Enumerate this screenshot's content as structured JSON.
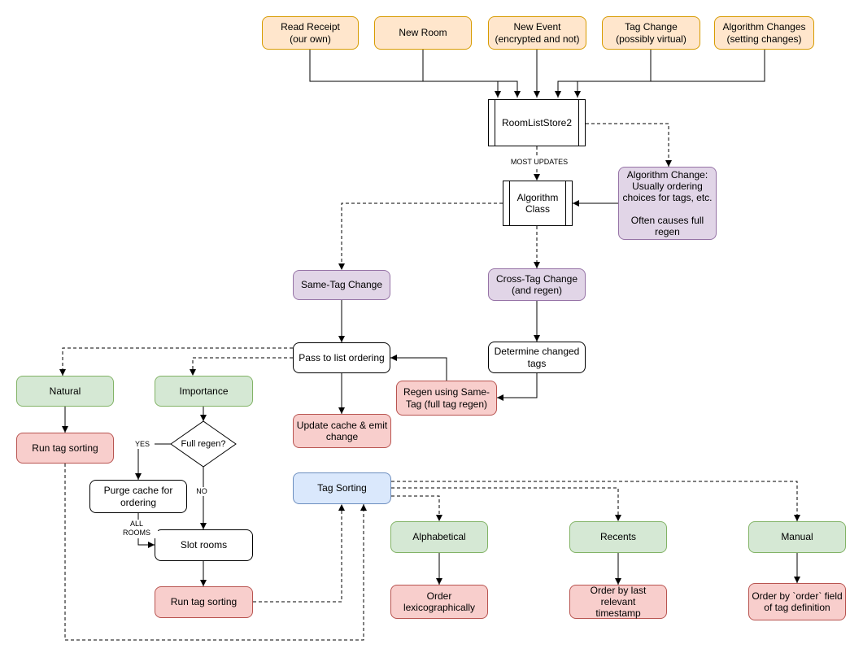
{
  "nodes": {
    "read_receipt": "Read Receipt\n(our own)",
    "new_room": "New Room",
    "new_event": "New Event\n(encrypted and not)",
    "tag_change": "Tag Change\n(possibly virtual)",
    "algorithm_changes": "Algorithm Changes\n(setting changes)",
    "roomliststore2": "RoomListStore2",
    "algorithm_class": "Algorithm\nClass",
    "algorithm_change_note": "Algorithm Change:\nUsually ordering\nchoices for tags, etc.\n\nOften causes full\nregen",
    "same_tag_change": "Same-Tag Change",
    "cross_tag_change": "Cross-Tag Change\n(and regen)",
    "pass_to_list_ordering": "Pass to list ordering",
    "determine_changed_tags": "Determine changed\ntags",
    "regen_same_tag": "Regen using Same-\nTag (full tag regen)",
    "update_cache": "Update cache & emit\nchange",
    "natural": "Natural",
    "importance": "Importance",
    "run_tag_sorting_1": "Run tag sorting",
    "full_regen": "Full regen?",
    "purge_cache": "Purge cache for\nordering",
    "slot_rooms": "Slot rooms",
    "run_tag_sorting_2": "Run tag sorting",
    "tag_sorting": "Tag Sorting",
    "alphabetical": "Alphabetical",
    "recents": "Recents",
    "manual": "Manual",
    "order_lexicographically": "Order\nlexicographically",
    "order_by_timestamp": "Order by last relevant\ntimestamp",
    "order_by_field": "Order by `order` field\nof tag definition"
  },
  "edge_labels": {
    "most_updates": "MOST UPDATES",
    "yes": "YES",
    "no": "NO",
    "all_rooms": "ALL\nROOMS"
  },
  "colors": {
    "orange_fill": "#ffe6cc",
    "orange_stroke": "#d79b00",
    "purple_fill": "#e1d5e7",
    "purple_stroke": "#9673a6",
    "green_fill": "#d5e8d4",
    "green_stroke": "#82b366",
    "red_fill": "#f8cecc",
    "red_stroke": "#b85450",
    "blue_fill": "#dae8fc",
    "blue_stroke": "#6c8ebf",
    "line_color": "#000000"
  }
}
